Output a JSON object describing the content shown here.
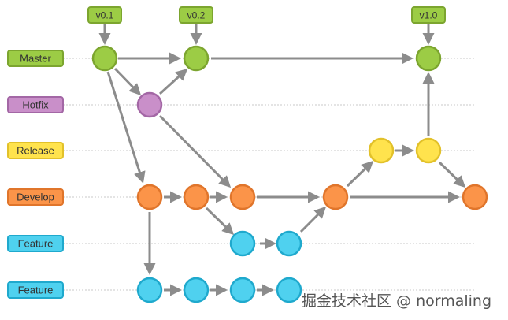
{
  "branches": [
    {
      "key": "master",
      "label": "Master",
      "fill": "#9ccc45",
      "stroke": "#7ca52f"
    },
    {
      "key": "hotfix",
      "label": "Hotfix",
      "fill": "#c98fc9",
      "stroke": "#a367a5"
    },
    {
      "key": "release",
      "label": "Release",
      "fill": "#ffe34d",
      "stroke": "#e2c12a"
    },
    {
      "key": "develop",
      "label": "Develop",
      "fill": "#fb9449",
      "stroke": "#e0752b"
    },
    {
      "key": "feature1",
      "label": "Feature",
      "fill": "#4fd1ef",
      "stroke": "#1fa9cd"
    },
    {
      "key": "feature2",
      "label": "Feature",
      "fill": "#4fd1ef",
      "stroke": "#1fa9cd"
    }
  ],
  "tags": [
    {
      "label": "v0.1",
      "fill": "#9ccc45",
      "stroke": "#7ca52f"
    },
    {
      "label": "v0.2",
      "fill": "#9ccc45",
      "stroke": "#7ca52f"
    },
    {
      "label": "v1.0",
      "fill": "#9ccc45",
      "stroke": "#7ca52f"
    }
  ],
  "colors": {
    "connector": "#8c8c8c",
    "lane_rule": "#c8c8c8"
  },
  "watermark": "掘金技术社区 @ normaling"
}
